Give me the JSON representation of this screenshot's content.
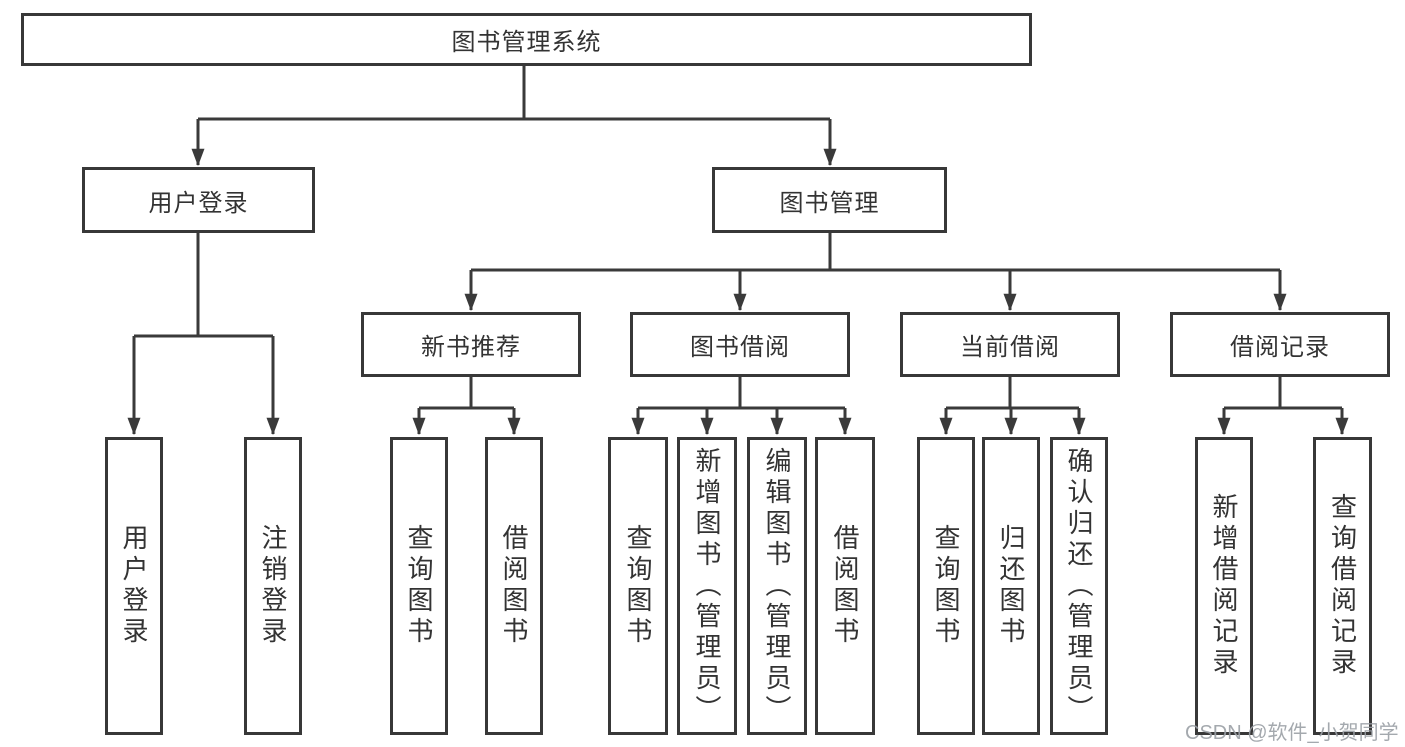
{
  "diagram": {
    "root": {
      "label": "图书管理系统"
    },
    "branches": [
      {
        "label": "用户登录",
        "children": [
          {
            "label": "用户登录"
          },
          {
            "label": "注销登录"
          }
        ]
      },
      {
        "label": "图书管理",
        "children": [
          {
            "label": "新书推荐",
            "children": [
              {
                "label": "查询图书"
              },
              {
                "label": "借阅图书"
              }
            ]
          },
          {
            "label": "图书借阅",
            "children": [
              {
                "label": "查询图书"
              },
              {
                "label": "新增图书（管理员）"
              },
              {
                "label": "编辑图书（管理员）"
              },
              {
                "label": "借阅图书"
              }
            ]
          },
          {
            "label": "当前借阅",
            "children": [
              {
                "label": "查询图书"
              },
              {
                "label": "归还图书"
              },
              {
                "label": "确认归还（管理员）"
              }
            ]
          },
          {
            "label": "借阅记录",
            "children": [
              {
                "label": "新增借阅记录"
              },
              {
                "label": "查询借阅记录"
              }
            ]
          }
        ]
      }
    ]
  },
  "watermark": {
    "text": "CSDN @软件_小贺同学"
  },
  "colors": {
    "line": "#3a3a3a",
    "box_border": "#383838",
    "text": "#333333",
    "watermark": "#9ba0a6",
    "background": "#ffffff"
  }
}
